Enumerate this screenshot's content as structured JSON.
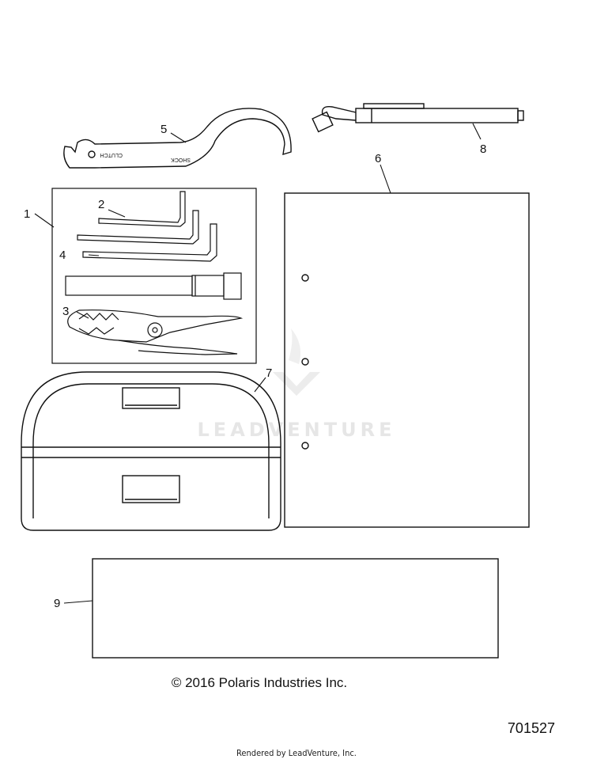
{
  "callouts": {
    "c1": "1",
    "c2": "2",
    "c3": "3",
    "c4": "4",
    "c5": "5",
    "c6": "6",
    "c7": "7",
    "c8": "8",
    "c9": "9"
  },
  "wrench_text": {
    "left": "CLUTCH",
    "right": "SHOCK"
  },
  "watermark": "LEADVENTURE",
  "copyright": "© 2016 Polaris Industries Inc.",
  "part_number": "701527",
  "rendered_by": "Rendered by LeadVenture, Inc."
}
